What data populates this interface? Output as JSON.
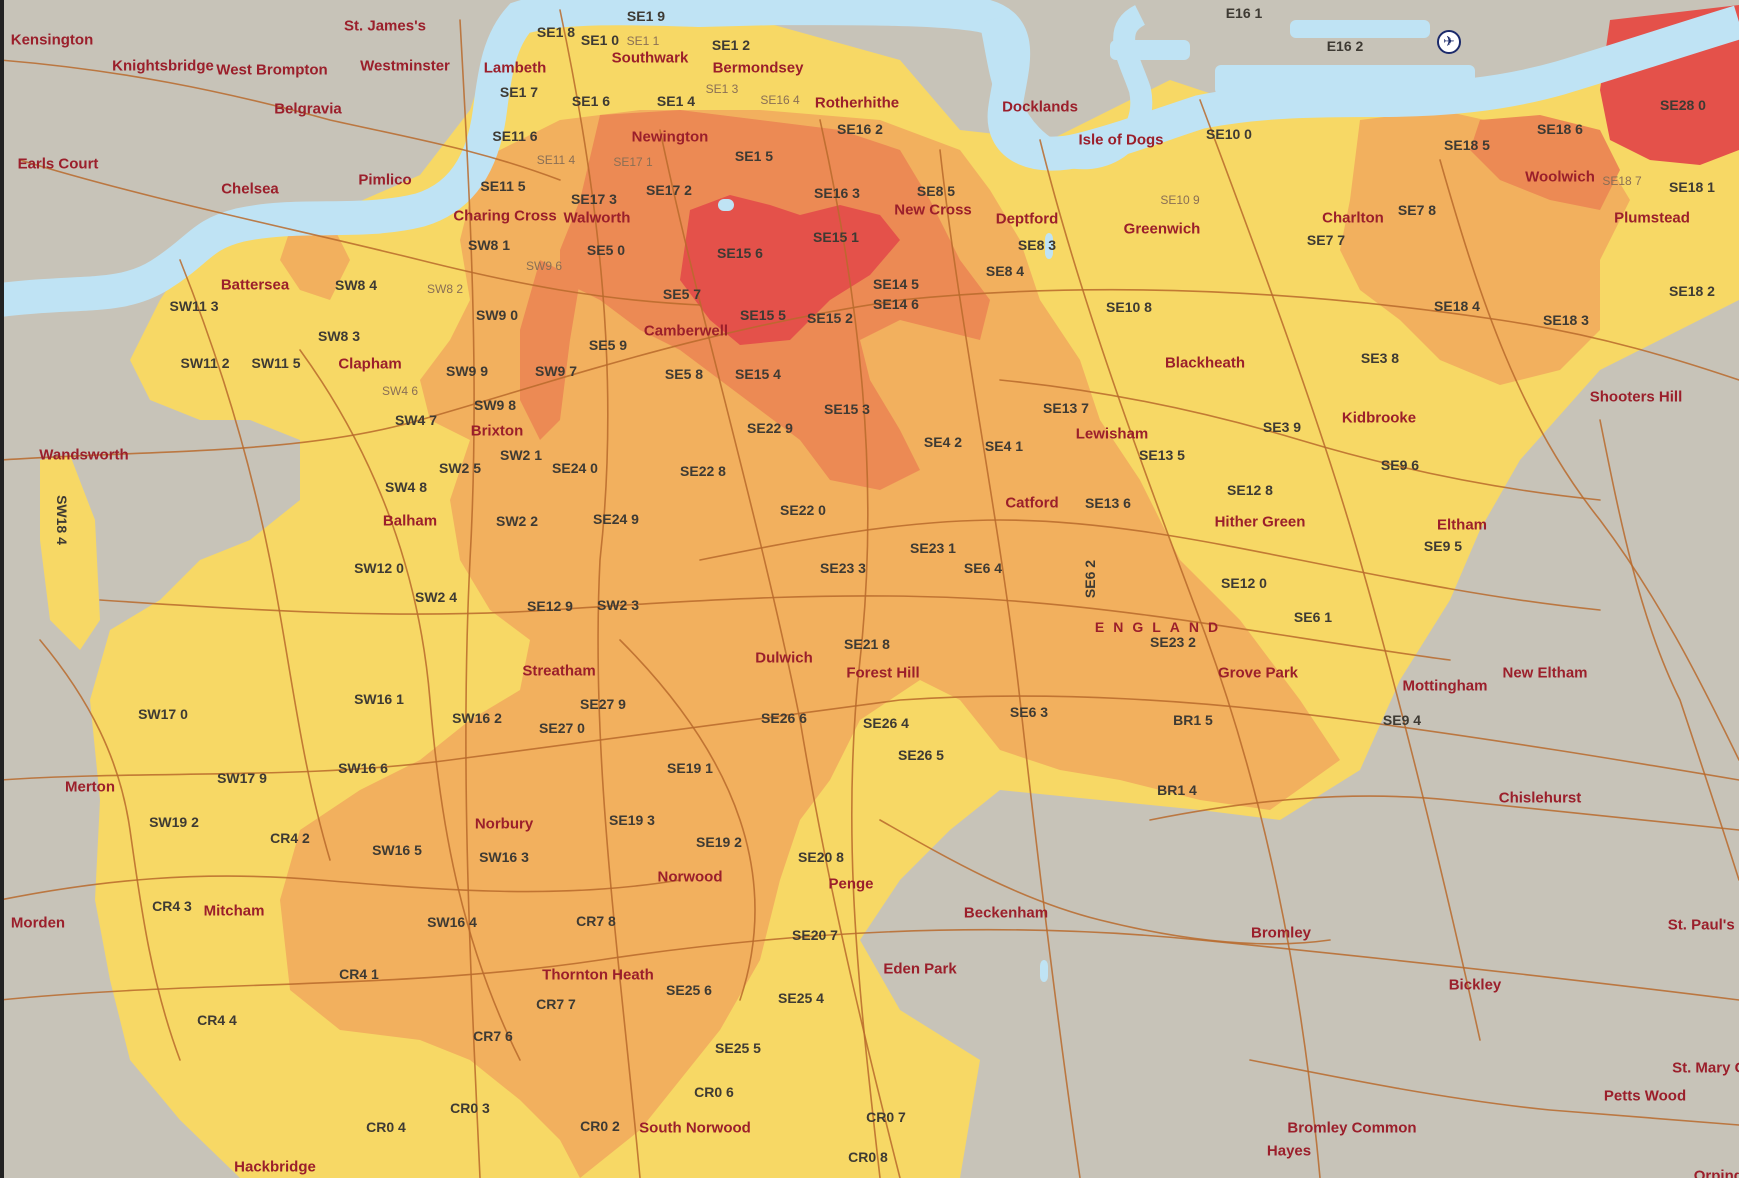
{
  "colors": {
    "land": "#c7c3b8",
    "water": "#bfe3f4",
    "band_low": "#f7d865",
    "band_mid": "#f2b05e",
    "band_high": "#ec8a54",
    "band_top": "#e4514a",
    "road": "#b86a2c",
    "place_text": "#9b1f2b",
    "postcode_text": "#3e3a33"
  },
  "airport": {
    "icon": "airport-icon",
    "glyph": "✈"
  },
  "country": "ENGLAND",
  "places": [
    "Kensington",
    "St. James's",
    "Knightsbridge",
    "West Brompton",
    "Westminster",
    "Lambeth",
    "Southwark",
    "Bermondsey",
    "Belgravia",
    "Rotherhithe",
    "Docklands",
    "Isle of Dogs",
    "Newington",
    "Earls Court",
    "Chelsea",
    "Pimlico",
    "Charing Cross",
    "Walworth",
    "New Cross",
    "Deptford",
    "Greenwich",
    "Charlton",
    "Woolwich",
    "Plumstead",
    "Battersea",
    "Camberwell",
    "Clapham",
    "Blackheath",
    "Shooters Hill",
    "Kidbrooke",
    "Lewisham",
    "Brixton",
    "Wandsworth",
    "Catford",
    "Hither Green",
    "Eltham",
    "Balham",
    "Dulwich",
    "Forest Hill",
    "Grove Park",
    "Mottingham",
    "New Eltham",
    "Streatham",
    "Merton",
    "Chislehurst",
    "Norbury",
    "Mitcham",
    "Norwood",
    "Penge",
    "Morden",
    "Beckenham",
    "Bromley",
    "St. Paul's Cray",
    "Thornton Heath",
    "Eden Park",
    "Bickley",
    "St. Mary Cray",
    "Petts Wood",
    "South Norwood",
    "Bromley Common",
    "Hayes",
    "Hackbridge",
    "Orpington"
  ],
  "postcodes": [
    "SE1 9",
    "SE1 8",
    "SE1 0",
    "SE1 1",
    "SE1 2",
    "SE1 3",
    "SE1 7",
    "SE1 6",
    "SE16 4",
    "SE1 4",
    "SE16 2",
    "E16 1",
    "E16 2",
    "SE28 0",
    "SE11 6",
    "SE11 4",
    "SE17 1",
    "SE1 5",
    "SE11 5",
    "SE17 3",
    "SE17 2",
    "SE16 3",
    "SE8 5",
    "SE10 0",
    "SE18 5",
    "SE18 6",
    "SE18 7",
    "SE18 1",
    "SE10 9",
    "SE15 6",
    "SE15 1",
    "SE8 3",
    "SE7 8",
    "SE7 7",
    "SW8 1",
    "SE5 0",
    "SW9 6",
    "SE8 4",
    "SE14 6",
    "SE10 8",
    "SW11 3",
    "SW8 4",
    "SW8 2",
    "SE5 7",
    "SE15 5",
    "SE15 2",
    "SE14 5",
    "SE18 4",
    "SE18 2",
    "SW9 0",
    "SE18 3",
    "SW8 3",
    "SE5 9",
    "SW11 2",
    "SW11 5",
    "SW9 9",
    "SW9 7",
    "SE5 8",
    "SE15 4",
    "SE3 8",
    "SW4 6",
    "SW9 8",
    "SE15 3",
    "SE13 7",
    "SW4 7",
    "SE22 9",
    "SE3 9",
    "SW2 1",
    "SE4 2",
    "SE4 1",
    "SE13 5",
    "SW2 5",
    "SE24 0",
    "SE22 8",
    "SE9 6",
    "SE12 8",
    "SW4 8",
    "SE13 6",
    "SW18 4",
    "SW2 2",
    "SE24 9",
    "SE22 0",
    "SE9 5",
    "SW12 0",
    "SE23 1",
    "SE23 3",
    "SE6 4",
    "SE12 0",
    "SW2 4",
    "SE6 2",
    "SE12 9",
    "SW2 3",
    "SE21 8",
    "SE6 1",
    "SE23 2",
    "SW16 1",
    "SE27 9",
    "SW17 0",
    "SW16 2",
    "SE26 6",
    "SE6 3",
    "SE27 0",
    "SE26 4",
    "BR1 5",
    "SE9 4",
    "SE26 5",
    "SW16 6",
    "SE19 1",
    "SW17 9",
    "BR1 4",
    "SW19 2",
    "SE19 3",
    "CR4 2",
    "SE19 2",
    "SW16 5",
    "SW16 3",
    "SE20 8",
    "CR4 3",
    "SW16 4",
    "CR7 8",
    "SE20 7",
    "CR4 1",
    "SE25 6",
    "CR4 4",
    "SE25 4",
    "CR7 7",
    "CR7 6",
    "SE25 5",
    "CR0 6",
    "CR0 3",
    "CR0 7",
    "CR0 4",
    "CR0 2",
    "CR0 8"
  ]
}
